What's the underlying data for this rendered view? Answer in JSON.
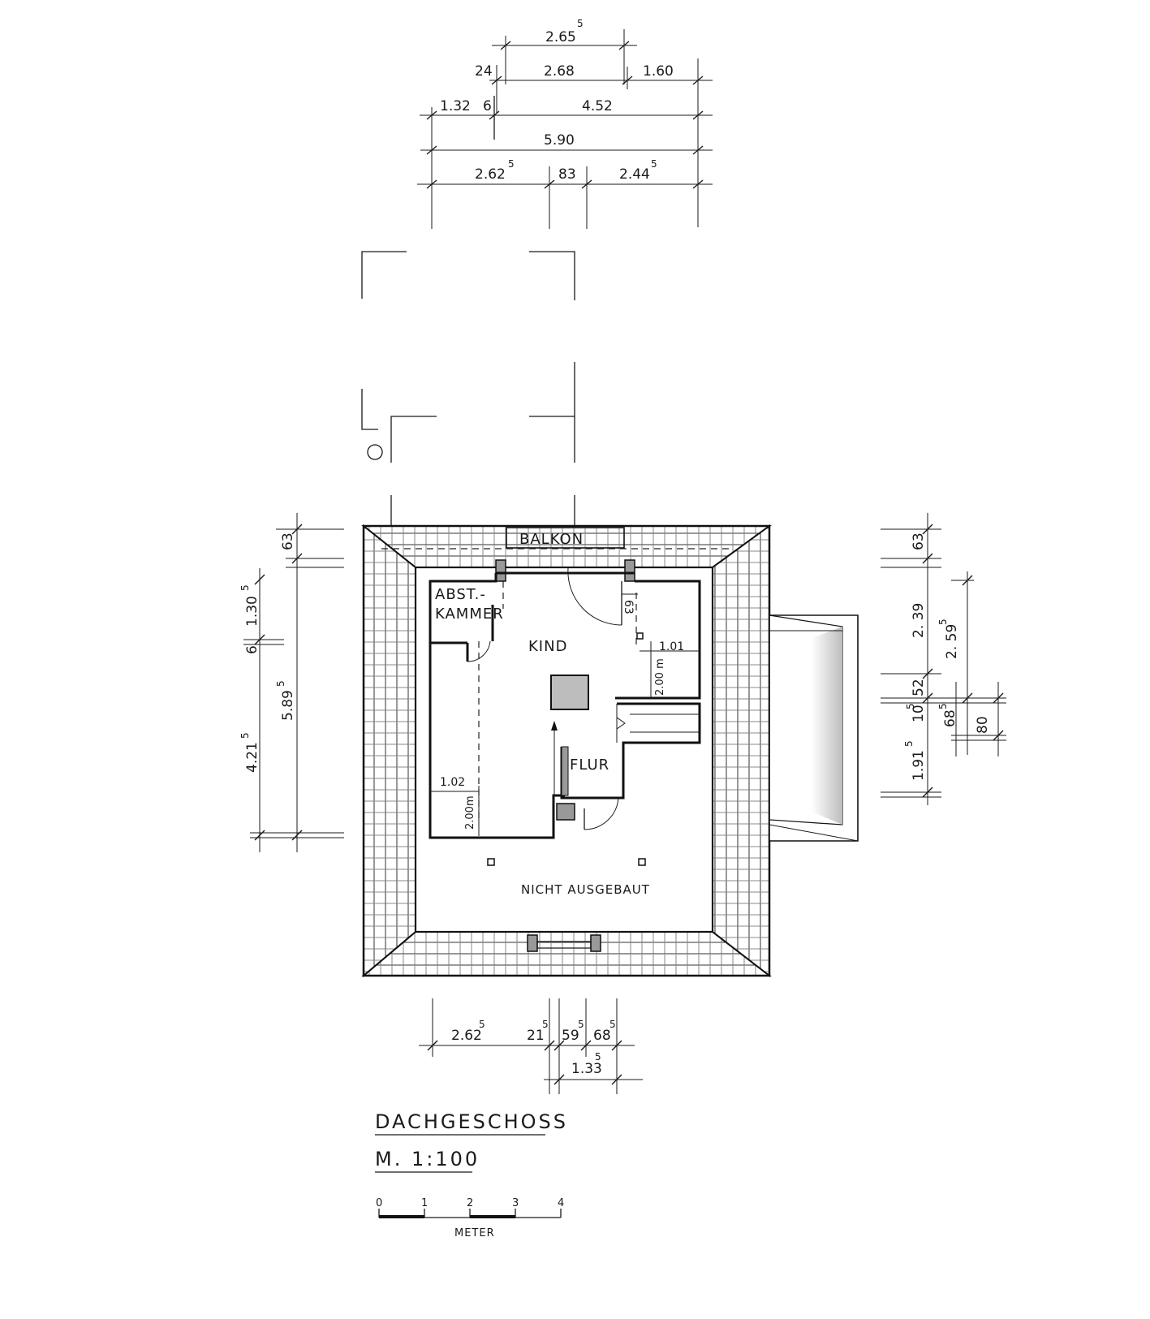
{
  "drawing": {
    "title": "DACHGESCHOSS",
    "scale": "M. 1:100",
    "scale_bar": {
      "ticks": [
        "0",
        "1",
        "2",
        "3",
        "4"
      ],
      "unit": "METER"
    }
  },
  "rooms": {
    "balkon": "BALKON",
    "abst_kammer_1": "ABST.-",
    "abst_kammer_2": "KAMMER",
    "kind": "KIND",
    "flur": "FLUR",
    "nicht_ausgebaut": "NICHT  AUSGEBAUT"
  },
  "dimensions_top": {
    "r1": {
      "a": "2.65",
      "a_sup": "5"
    },
    "r2": {
      "a": "24",
      "b": "2.68",
      "c": "1.60"
    },
    "r3": {
      "a": "1.32",
      "b": "6",
      "c": "4.52"
    },
    "r4": {
      "a": "5.90"
    },
    "r5": {
      "a": "2.62",
      "a_sup": "5",
      "b": "83",
      "c": "2.44",
      "c_sup": "5"
    }
  },
  "dimensions_left": {
    "a": "63",
    "b": "1.30",
    "b_sup": "5",
    "c": "6",
    "d": "5.89",
    "d_sup": "5",
    "e": "4.21",
    "e_sup": "5"
  },
  "dimensions_right": {
    "a": "63",
    "b": "2. 39",
    "c": "2. 59",
    "c_sup": "5",
    "d": "52",
    "e": "10",
    "e_sup": "5",
    "f": "68",
    "f_sup": "5",
    "g": "80",
    "h": "1.91",
    "h_sup": "5"
  },
  "dimensions_bottom": {
    "a": "2.62",
    "a_sup": "5",
    "b": "21",
    "b_sup": "5",
    "c": "59",
    "c_sup": "5",
    "d": "68",
    "d_sup": "5",
    "e": "1.33",
    "e_sup": "5"
  },
  "dimensions_interior": {
    "door_63": "63",
    "w_101": "1.01",
    "h_200_a": "2.00 m",
    "w_102": "1.02",
    "h_200_b": "2.00m"
  }
}
